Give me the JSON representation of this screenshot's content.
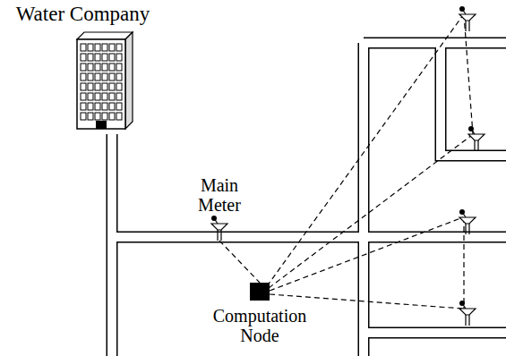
{
  "diagram": {
    "nodes": [
      {
        "text": [
          "Water Company"
        ]
      },
      {
        "text": [
          "Main Meter"
        ]
      },
      {
        "text": [
          "Computation Node"
        ]
      }
    ],
    "edges": [
      {
        "from": 1,
        "to": 2,
        "arrow": "none"
      }
    ]
  }
}
